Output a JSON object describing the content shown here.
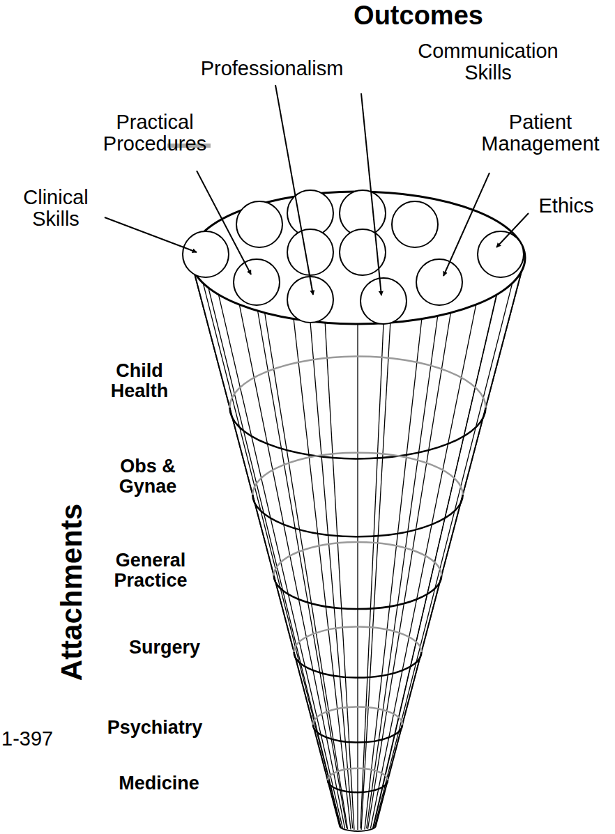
{
  "diagram": {
    "title": "Outcomes",
    "labels": [
      "Professionalism",
      "Communication Skills",
      "Practical Procedures",
      "Patient Management",
      "Clinical Skills",
      "Ethics",
      "Child Health",
      "Obs & Gynae",
      "General Practice",
      "Surgery",
      "Psychiatry",
      "Medicine",
      "Attachments",
      "1-397"
    ]
  }
}
